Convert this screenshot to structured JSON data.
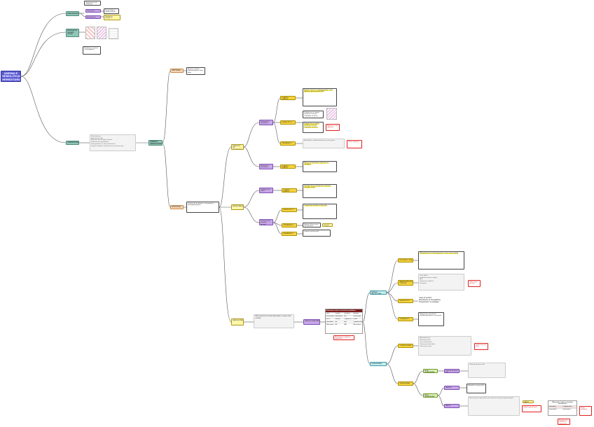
{
  "nodes": {
    "root": "ANEMIA E HEMOLITICAS HEREDITARIAS",
    "definicao": "DEFINIÇÃO / CLASSIFICAÇÃO",
    "definicao_text": "Redução da vida média das hemácias por destruição precoce",
    "fisiologia": "Destruição fisiológica",
    "fisiologia_text": "Baço, fígado e medula retiram hemácias senescentes",
    "hemacia": "Fisiologia da hemácia normal",
    "hemacia_note": "Membrana, enzimas e hemoglobina",
    "laboratorio": "LABORATÓRIO",
    "lab_list": [
      "Reticulocitose",
      "Aumento de LDH",
      "Aumento de bilirrubina indireta",
      "Redução de haptoglobina",
      "Hemoglobinúria e hemossiderinúria"
    ],
    "lab_footer": "Sugere hemólise intravascular ou extravascular",
    "anemias_her": "ANEMIAS HEREDITÁRIAS",
    "sintomas": "SINTOMAS",
    "sintomas_text": "Anemia, icterícia, esplenomegalia, litíase biliar",
    "etiologia": "ETIOLOGIA",
    "etiologia_text": "Defeitos de membrana, enzimopatias e hemoglobinopatias",
    "membrana": "DEFEITOS DE MEMBRANA",
    "esferocitose": "Esferocitose hereditária",
    "esf_clinica": "QUADRO CLÍNICO",
    "esf_clinica_text": "Anemia, icterícia e esplenomegalia; crises aplásicas por parvovírus B19",
    "esf_diag": "DIAGNÓSTICO",
    "esf_diag_text": "Esferócitos no sangue periférico; teste de fragilidade osmótica",
    "esf_trat": "TRATAMENTO",
    "esf_trat_text": "Ácido fólico; esplenectomia nos casos graves",
    "eliptocitose": "Eliptocitose hereditária",
    "eli_text": "Maioria assintomática; eliptócitos no esfregaço",
    "enzimo": "ENZIMOPATIAS",
    "g6pd": "Deficiência de G6PD",
    "g6pd_text": "Hemólise desencadeada por oxidantes, infecções e fava",
    "g6pd_diag": "Corpúsculos de Heinz e bite cells",
    "piruvato": "Deficiência de piruvato-quinase",
    "piru_text": "Anemia crônica com reticulocitose",
    "piru_trat": "TRATAMENTO",
    "piru_trat_text": "Suporte transfusional",
    "hemoglob": "HEMOGLOBINOPATIAS",
    "falciforme": "ANEMIA FALCIFORME",
    "falc_fisio": "FISIOPATOLOGIA",
    "falc_fisio_text": "HbS polimeriza na desoxigenação e causa vaso-oclusão",
    "falc_clinica": "MANIFESTAÇÕES CLÍNICAS",
    "falc_clinica_list": [
      "Crise álgica",
      "Síndrome torácica aguda",
      "AVC",
      "Sequestro esplênico",
      "Priapismo"
    ],
    "falc_diag": "DIAGNÓSTICO",
    "falc_diag_list": [
      "Teste do pezinho",
      "Eletroforese de hemoglobina",
      "Drepanócitos no esfregaço"
    ],
    "falc_trat": "TRATAMENTO",
    "falc_trat_text": "Hidroxiureia, transfusão, antibioticoprofilaxia e vacinação",
    "talassemia": "TALASSEMIAS",
    "tal_class": "CLASSIFICAÇÃO",
    "tal_class_list": [
      "Alfa-talassemia",
      "Beta-talassemia",
      "Traço talassêmico",
      "Talassemia intermédia",
      "Talassemia maior"
    ],
    "tal_alfa": "ALFA TALASSEMIA",
    "tal_alfa_sub": "Deleção de genes alfa",
    "tal_beta": "BETA TALASSEMIA",
    "tal_beta_sub": "Mutações no gene beta",
    "tal_menor": "MENOR",
    "tal_maior": "MAIOR",
    "tal_maior_text": "Anemia grave dependente de transfusão, hepatoesplenomegalia",
    "tabela_titulo": "Diferenças entre as anemias hemolíticas",
    "tabela_header": [
      "Tipo",
      "Defeito",
      "Herança",
      "Achado"
    ],
    "tabela_rows": [
      [
        "Esferocitose",
        "Membrana",
        "AD",
        "Esferócitos"
      ],
      [
        "G6PD",
        "Enzima",
        "Ligada ao X",
        "Heinz"
      ],
      [
        "Falciforme",
        "Hb",
        "AR",
        "Drepanócitos"
      ],
      [
        "Talassemia",
        "Hb",
        "AR",
        "Microcitose"
      ]
    ],
    "alerta_1": "Atenção: crises aplásicas",
    "alerta_2": "Evitar oxidantes",
    "alerta_3": "Sobrecarga de ferro",
    "nota_final": "Eletroforese confirma o diagnóstico"
  }
}
